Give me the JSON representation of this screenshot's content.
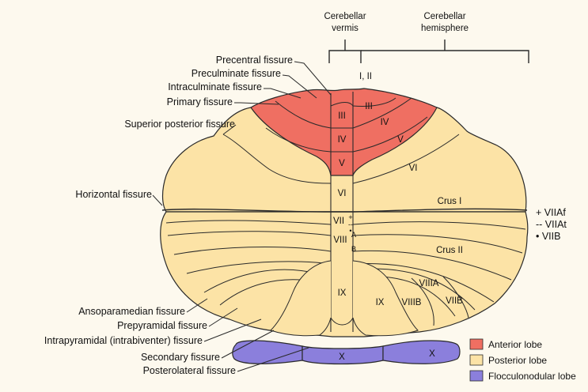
{
  "header": {
    "vermis_line1": "Cerebellar",
    "vermis_line2": "vermis",
    "hemisphere_line1": "Cerebellar",
    "hemisphere_line2": "hemisphere"
  },
  "left_labels": {
    "precentral": "Precentral fissure",
    "preculminate": "Preculminate fissure",
    "intraculminate": "Intraculminate fissure",
    "primary": "Primary fissure",
    "superior_posterior": "Superior posterior fissure",
    "horizontal": "Horizontal fissure",
    "ansoparamedian": "Ansoparamedian fissure",
    "prepyramidal": "Prepyramidal fissure",
    "intrapyramidal": "Intrapyramidal (intrabiventer) fissure",
    "secondary": "Secondary fissure",
    "posterolateral": "Posterolateral fissure"
  },
  "region_labels": {
    "i_ii": "I, II",
    "iii_vermis": "III",
    "iii_hemi": "III",
    "iv_vermis": "IV",
    "iv_hemi": "IV",
    "v_vermis": "V",
    "v_hemi": "V",
    "vi_vermis": "VI",
    "vi_hemi": "VI",
    "crus1": "Crus I",
    "vii": "VII",
    "viii": "VIII",
    "a": "A",
    "b": "B",
    "crus2": "Crus II",
    "ix_vermis": "IX",
    "ix_hemi": "IX",
    "viiia": "VIIIA",
    "viiib": "VIIIB",
    "viib": "VIIB",
    "x_vermis": "X",
    "x_hemi": "X",
    "plus_mark": "+",
    "dash_mark": "--",
    "dot_mark": "•"
  },
  "side_key": {
    "viiaf": "+ VIIAf",
    "viiat": "-- VIIAt",
    "viib": "• VIIB"
  },
  "legend": [
    {
      "label": "Anterior lobe",
      "color": "#ef6f62"
    },
    {
      "label": "Posterior lobe",
      "color": "#fce3a6"
    },
    {
      "label": "Flocculonodular lobe",
      "color": "#8b7fdc"
    }
  ],
  "colors": {
    "anterior": "#ef6f62",
    "posterior": "#fce3a6",
    "flocculonodular": "#8b7fdc",
    "outline": "#2a2a2a"
  }
}
